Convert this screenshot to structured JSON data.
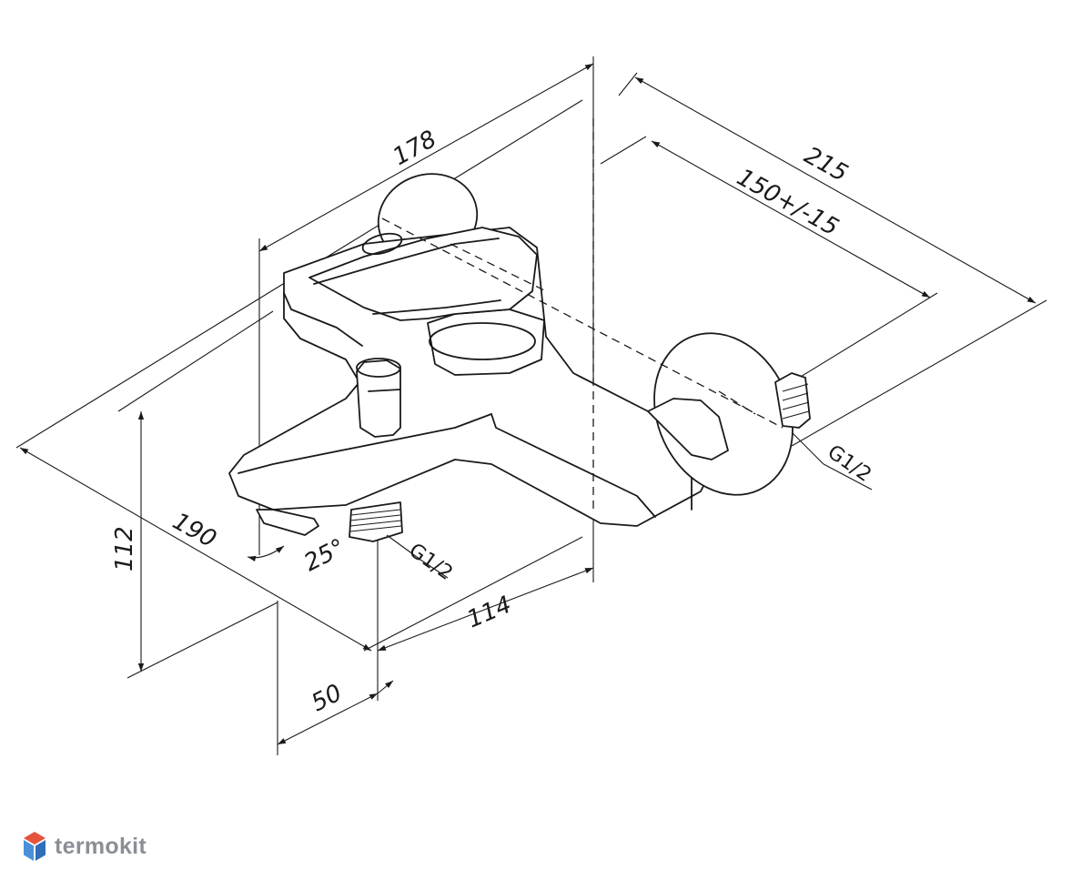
{
  "dimensions": {
    "d178": "178",
    "d215": "215",
    "d150": "150+/-15",
    "d190": "190",
    "d112": "112",
    "d114": "114",
    "d50": "50",
    "angle": "25°"
  },
  "threads": {
    "top": "G1/2",
    "bottom": "G1/2"
  },
  "logo": {
    "text": "termokit",
    "colors": {
      "top": "#e5533d",
      "left": "#4a90d9",
      "right": "#2f6fb8"
    }
  }
}
